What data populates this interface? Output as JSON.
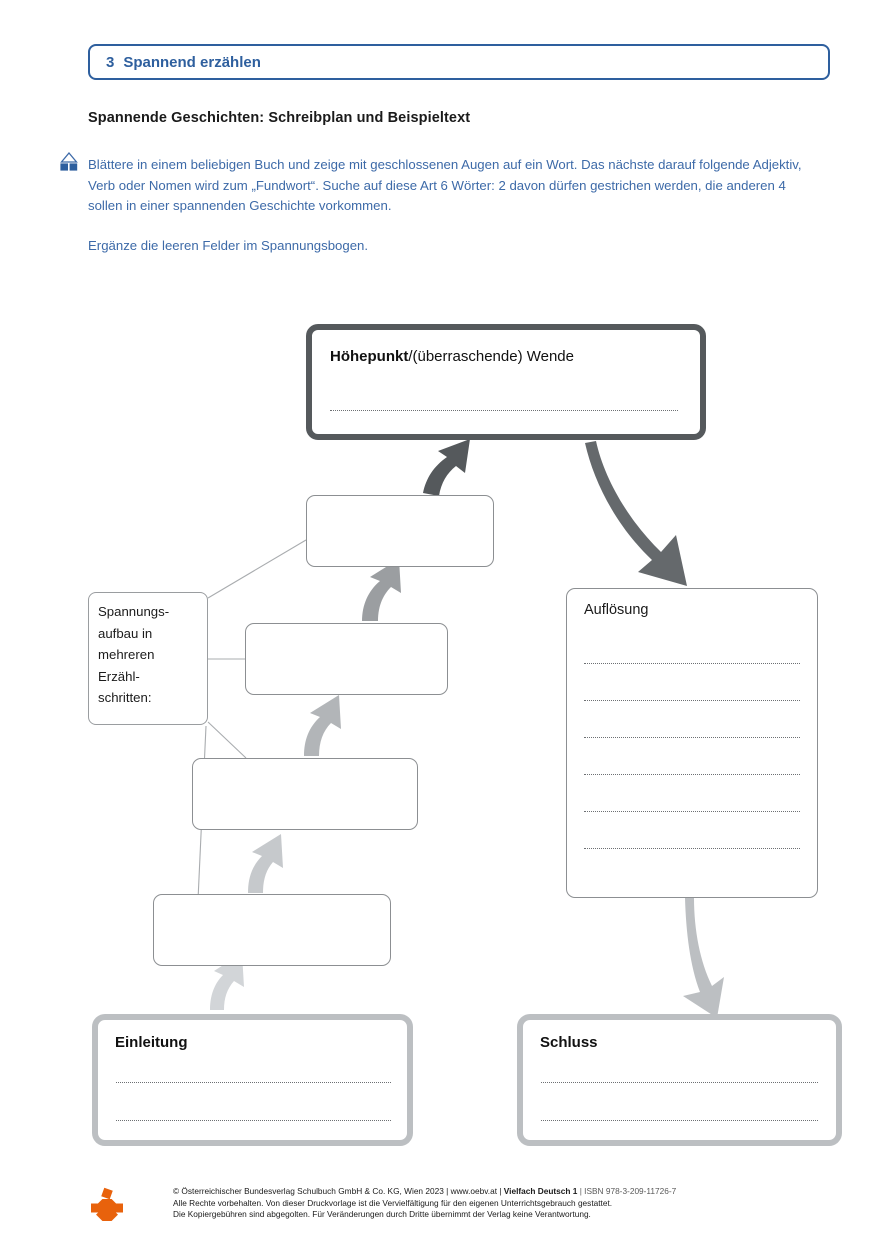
{
  "header": {
    "chapter_number": "3",
    "chapter_title": "Spannend erzählen"
  },
  "subtitle": "Spannende Geschichten: Schreibplan und Beispieltext",
  "instructions": {
    "icon": "open-book-icon",
    "paragraph1": "Blättere in einem beliebigen Buch und zeige mit geschlossenen Augen auf ein Wort. Das nächste darauf folgende Adjektiv, Verb oder Nomen wird zum „Fundwort“. Suche auf diese Art 6 Wörter: 2 davon dürfen gestrichen werden, die anderen 4 sollen in einer spannenden Geschichte vorkommen.",
    "paragraph2": "Ergänze die leeren Felder im Spannungsbogen."
  },
  "diagram": {
    "climax": {
      "title_bold": "Höhepunkt",
      "title_slash": "/",
      "title_rest": "(überraschende) Wende",
      "lines": 1
    },
    "build_up_label": "Spannungs-\naufbau in\nmehreren\nErzähl-\nschritten:",
    "steps": [
      {
        "label": "",
        "name": "step-box-4"
      },
      {
        "label": "",
        "name": "step-box-3"
      },
      {
        "label": "",
        "name": "step-box-2"
      },
      {
        "label": "",
        "name": "step-box-1"
      }
    ],
    "resolution": {
      "title": "Auflösung",
      "lines": 6
    },
    "intro": {
      "title": "Einleitung",
      "lines": 2
    },
    "conclusion": {
      "title": "Schluss",
      "lines": 2
    }
  },
  "colors": {
    "accent_blue": "#2e5f9e",
    "text_blue": "#3d6aa8",
    "dark_grey": "#55595c",
    "mid_grey": "#8c8f92",
    "light_grey": "#bcbfc2",
    "logo_orange": "#e8620c"
  },
  "footer": {
    "logo": "oebv-asterisk-logo",
    "line1_a": "© Österreichischer Bundesverlag Schulbuch GmbH & Co. KG, Wien 2023 | www.oebv.at | ",
    "line1_bold": "Vielfach Deutsch 1",
    "line1_b": " | ISBN 978-3-209-11726-7",
    "line2": "Alle Rechte vorbehalten. Von dieser Druckvorlage ist die Vervielfältigung für den eigenen Unterrichtsgebrauch gestattet.",
    "line3": "Die Kopiergebühren sind abgegolten. Für Veränderungen durch Dritte übernimmt der Verlag keine Verantwortung."
  }
}
